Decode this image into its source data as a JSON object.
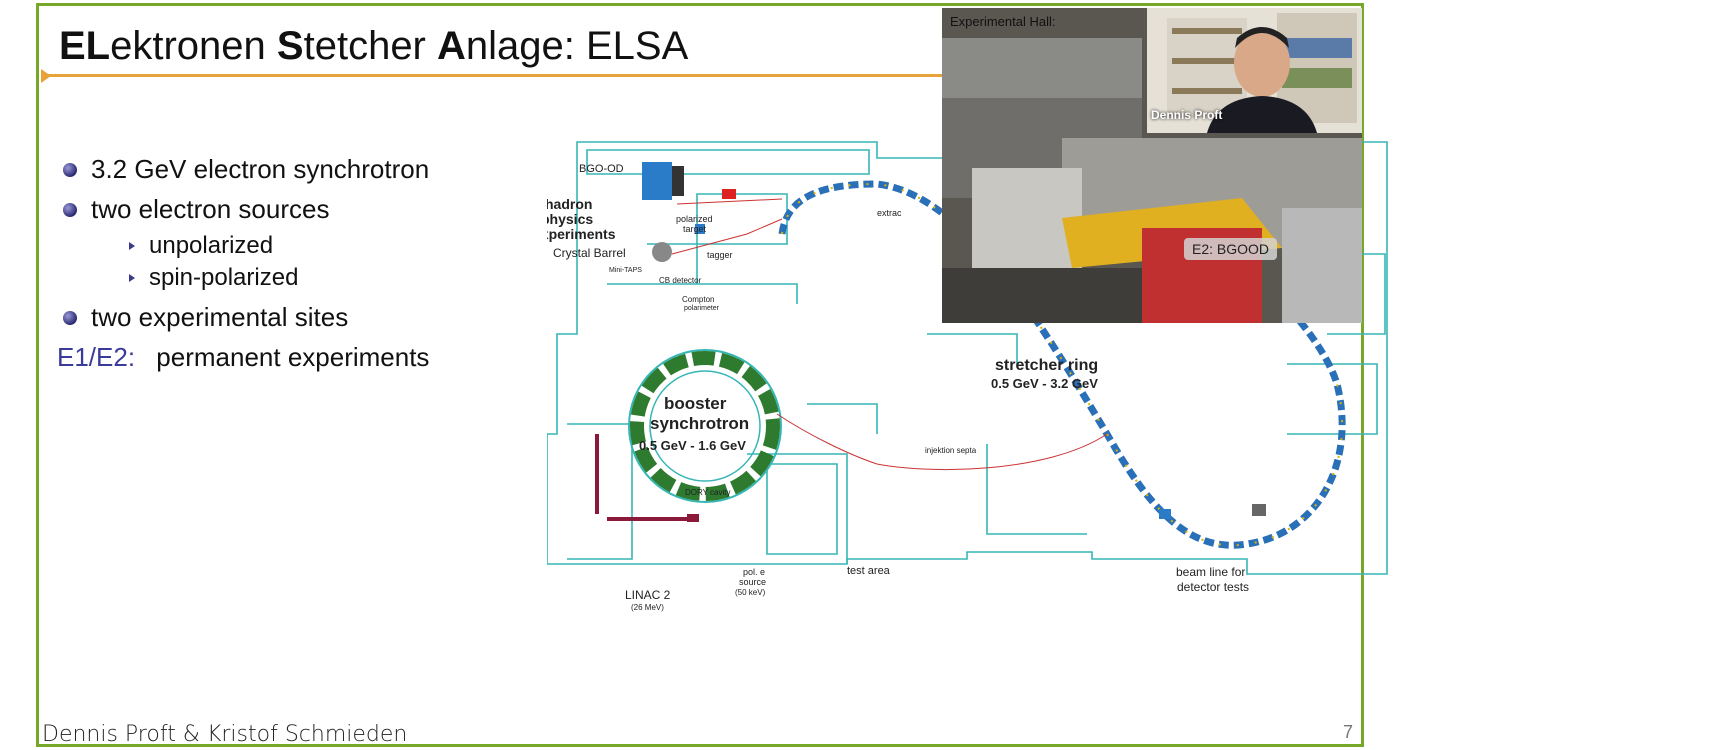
{
  "slide": {
    "title_parts": [
      {
        "text": "EL",
        "bold": true
      },
      {
        "text": "ektronen ",
        "bold": false
      },
      {
        "text": "S",
        "bold": true
      },
      {
        "text": "tetcher ",
        "bold": false
      },
      {
        "text": "A",
        "bold": true
      },
      {
        "text": "nlage: ELSA",
        "bold": false
      }
    ],
    "bullets": [
      {
        "level": 1,
        "text": "3.2 GeV electron synchrotron"
      },
      {
        "level": 1,
        "text": "two electron sources"
      },
      {
        "level": 2,
        "text": "unpolarized"
      },
      {
        "level": 2,
        "text": "spin-polarized"
      },
      {
        "level": 1,
        "text": "two experimental sites"
      }
    ],
    "definition": {
      "key": "E1/E2:",
      "value": "permanent experiments"
    },
    "footer": "Dennis Proft & Kristof Schmieden",
    "page_number": "7"
  },
  "diagram": {
    "labels": {
      "bgo_od": "BGO-OD",
      "hadron1": "hadron",
      "hadron2": "physics",
      "hadron3": "experiments",
      "crystal_barrel": "Crystal Barrel",
      "polarized_target": "polarized",
      "polarized_target2": "target",
      "tagger": "tagger",
      "mini_taps": "Mini-TAPS",
      "cb_detector": "CB detector",
      "compton": "Compton",
      "compton2": "polarimeter",
      "booster1": "booster",
      "booster2": "synchrotron",
      "booster_energy": "0.5 GeV - 1.6 GeV",
      "dory_cavity": "DORY cavity",
      "stretcher": "stretcher ring",
      "stretcher_energy": "0.5 GeV - 3.2 GeV",
      "injection_septa": "injektion septa",
      "test_area": "test area",
      "linac": "LINAC 2",
      "linac_energy": "(26 MeV)",
      "pol_source1": "pol. e",
      "pol_source2": "source",
      "pol_source3": "(50 keV)",
      "beam_line1": "beam line for",
      "beam_line2": "detector tests",
      "extraction": "extrac"
    }
  },
  "video": {
    "title": "Experimental Hall:",
    "speaker_name": "Dennis Proft",
    "badge": "E2: BGOOD"
  },
  "colors": {
    "frame_green": "#77a82a",
    "title_rule": "#e8a23a",
    "bullet": "#2a2a70",
    "definition_key": "#3a3a9a",
    "floorplan": "#37b6b6"
  }
}
